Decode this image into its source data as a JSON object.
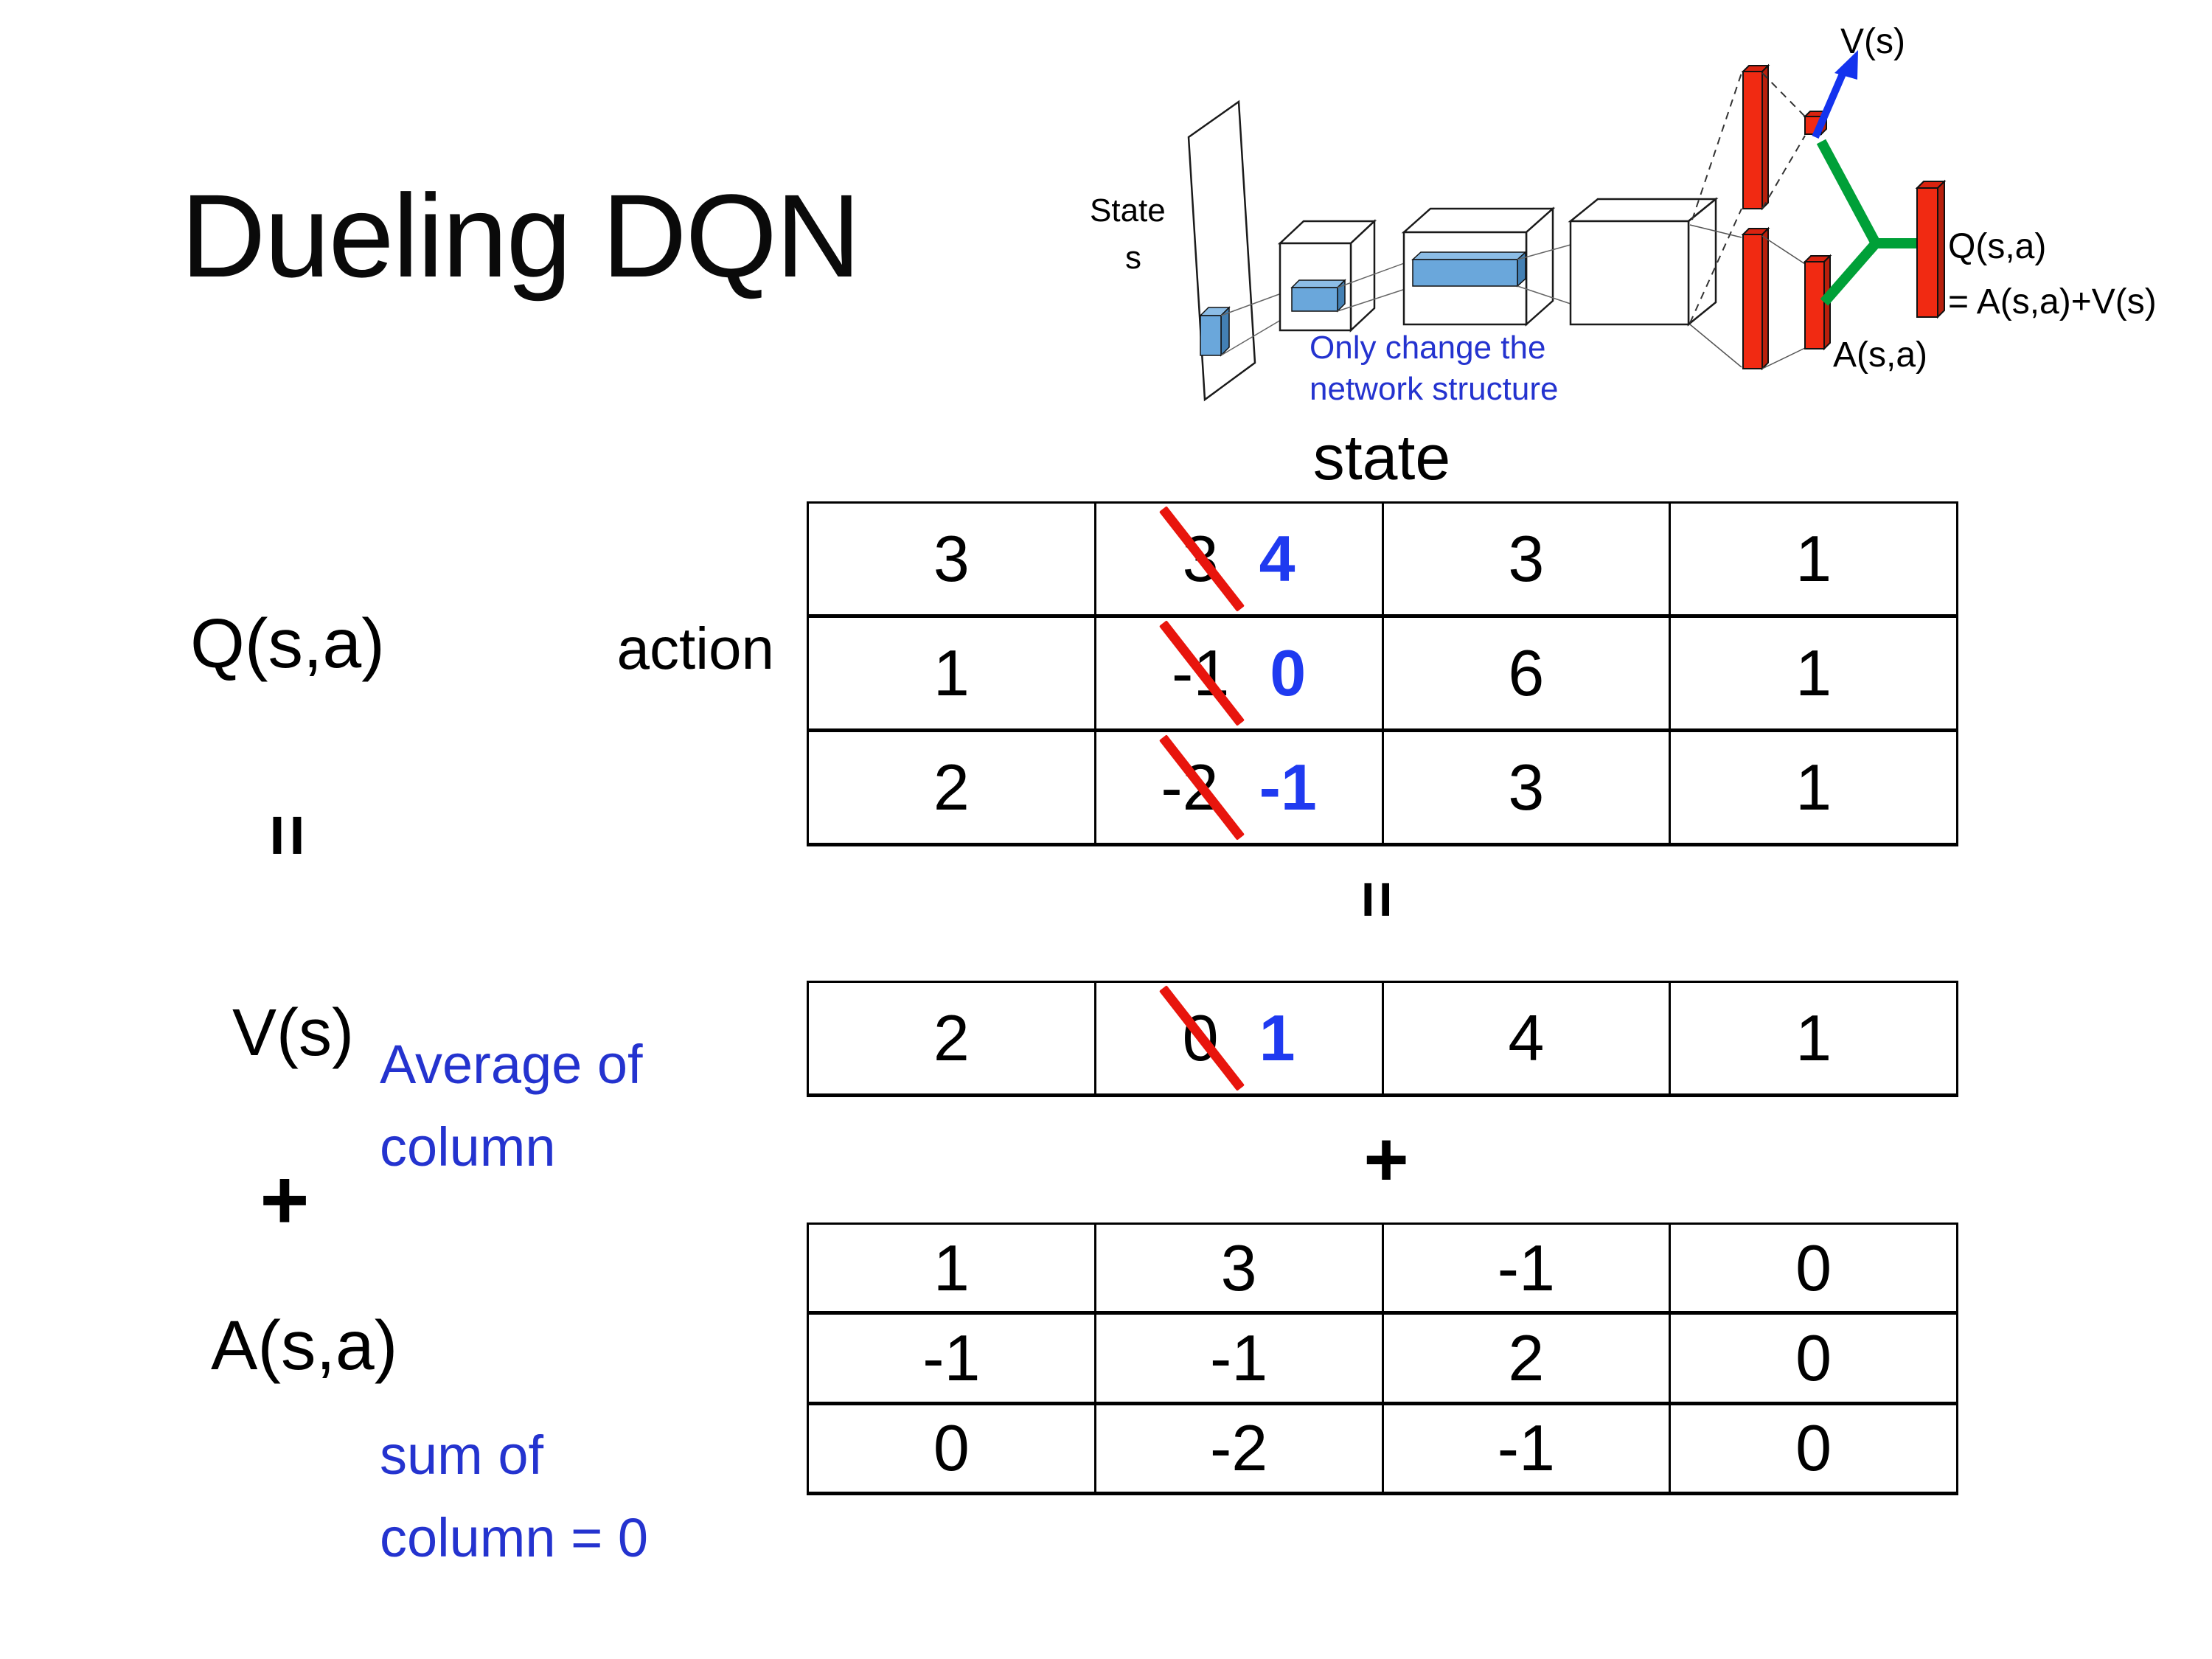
{
  "slide": {
    "title": "Dueling DQN"
  },
  "network_diagram": {
    "input_label_line1": "State",
    "input_label_line2": "s",
    "note_line1": "Only change the",
    "note_line2": "network structure",
    "value_head_label": "V(s)",
    "advantage_head_label": "A(s,a)",
    "output_label_line1": "Q(s,a)",
    "output_label_line2": "= A(s,a)+V(s)",
    "colors": {
      "bar_red": "#f12a12",
      "bar_red_dark": "#b81f0c",
      "conv_blue": "#6aa7db",
      "branch_green": "#00a038",
      "arrow_blue": "#1433ee",
      "note_blue": "#2433cf"
    }
  },
  "equation": {
    "q_label": "Q(s,a)",
    "equals_left": "=",
    "v_label": "V(s)",
    "plus_left": "+",
    "a_label": "A(s,a)",
    "equals_mid": "=",
    "plus_mid": "+",
    "state_axis": "state",
    "action_axis": "action",
    "v_note_line1": "Average of",
    "v_note_line2": "column",
    "a_note_line1": "sum of",
    "a_note_line2": "column = 0",
    "replacement_color": "#1f3af0",
    "strike_color": "#e8150d"
  },
  "q_table": {
    "rows": [
      [
        {
          "value": "3"
        },
        {
          "value": "3",
          "replaced_by": "4"
        },
        {
          "value": "3"
        },
        {
          "value": "1"
        }
      ],
      [
        {
          "value": "1"
        },
        {
          "value": "-1",
          "replaced_by": "0"
        },
        {
          "value": "6"
        },
        {
          "value": "1"
        }
      ],
      [
        {
          "value": "2"
        },
        {
          "value": "-2",
          "replaced_by": "-1"
        },
        {
          "value": "3"
        },
        {
          "value": "1"
        }
      ]
    ]
  },
  "v_table": {
    "rows": [
      [
        {
          "value": "2"
        },
        {
          "value": "0",
          "replaced_by": "1"
        },
        {
          "value": "4"
        },
        {
          "value": "1"
        }
      ]
    ]
  },
  "a_table": {
    "rows": [
      [
        {
          "value": "1"
        },
        {
          "value": "3"
        },
        {
          "value": "-1"
        },
        {
          "value": "0"
        }
      ],
      [
        {
          "value": "-1"
        },
        {
          "value": "-1"
        },
        {
          "value": "2"
        },
        {
          "value": "0"
        }
      ],
      [
        {
          "value": "0"
        },
        {
          "value": "-2"
        },
        {
          "value": "-1"
        },
        {
          "value": "0"
        }
      ]
    ]
  }
}
